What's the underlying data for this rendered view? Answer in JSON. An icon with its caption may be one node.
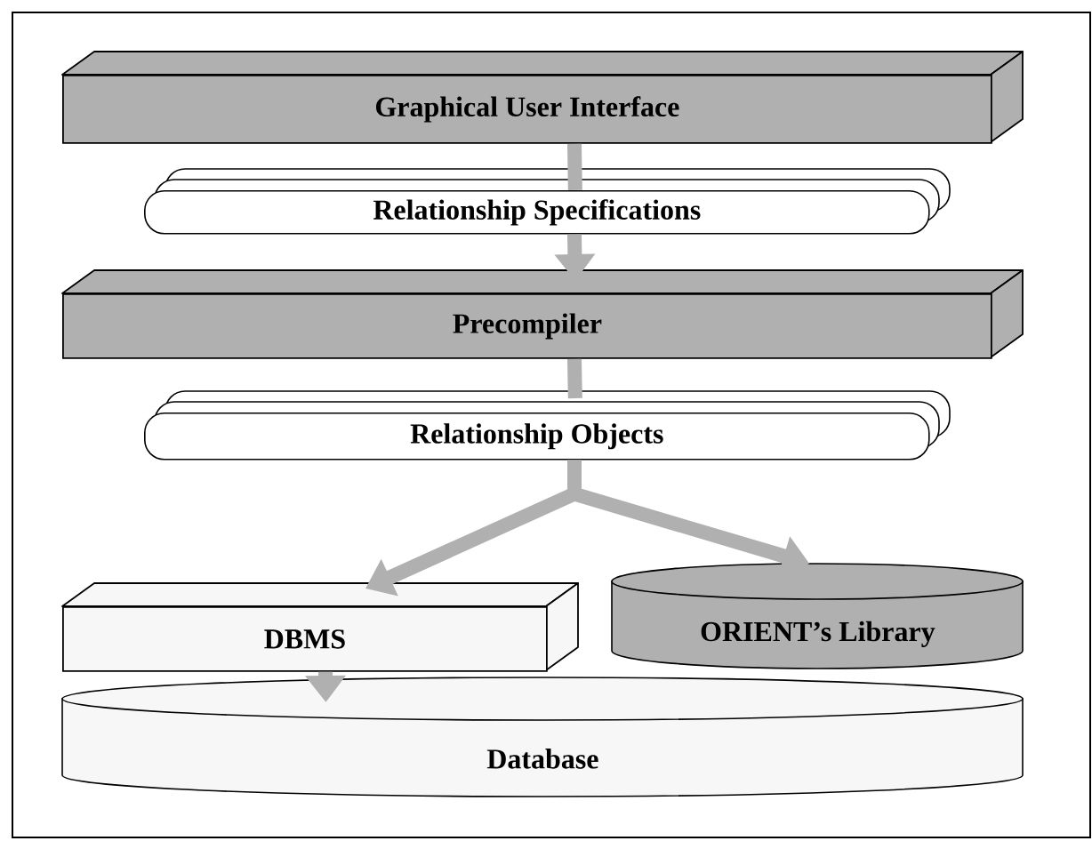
{
  "diagram": {
    "nodes": [
      {
        "text": [
          "Graphical User Interface"
        ]
      },
      {
        "text": [
          "Relationship Specifications"
        ]
      },
      {
        "text": [
          "Precompiler"
        ]
      },
      {
        "text": [
          "Relationship Objects"
        ]
      },
      {
        "text": [
          "DBMS"
        ]
      },
      {
        "text": [
          "ORIENT’s Library"
        ]
      },
      {
        "text": [
          "Database"
        ]
      }
    ],
    "edges": [
      {
        "from": 0,
        "to": 1,
        "arrow": "none"
      },
      {
        "from": 1,
        "to": 2,
        "arrow": "to"
      },
      {
        "from": 2,
        "to": 3,
        "arrow": "none"
      },
      {
        "from": 3,
        "to": 4,
        "arrow": "to"
      },
      {
        "from": 3,
        "to": 5,
        "arrow": "to"
      },
      {
        "from": 4,
        "to": 6,
        "arrow": "to"
      }
    ]
  }
}
